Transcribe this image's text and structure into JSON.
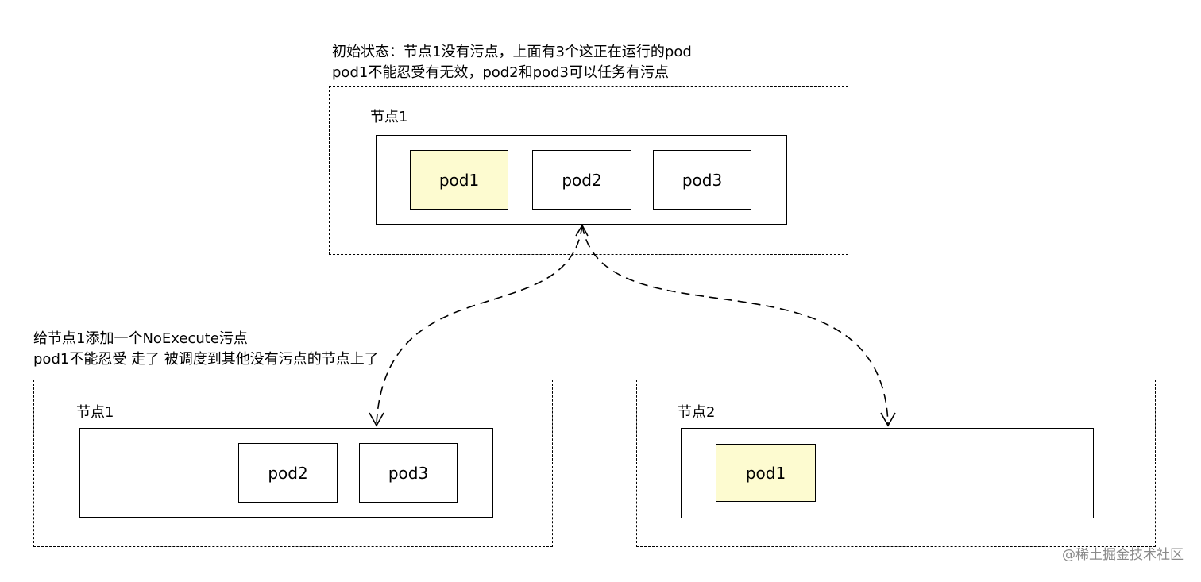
{
  "top": {
    "caption_line1": "初始状态：节点1没有污点，上面有3个这正在运行的pod",
    "caption_line2": "pod1不能忍受有无效，pod2和pod3可以任务有污点",
    "node_label": "节点1",
    "pods": [
      {
        "label": "pod1",
        "tainted": true
      },
      {
        "label": "pod2",
        "tainted": false
      },
      {
        "label": "pod3",
        "tainted": false
      }
    ]
  },
  "bottom_left": {
    "caption_line1": "给节点1添加一个NoExecute污点",
    "caption_line2": "pod1不能忍受 走了 被调度到其他没有污点的节点上了",
    "node_label": "节点1",
    "pods": [
      {
        "label": "pod2",
        "tainted": false
      },
      {
        "label": "pod3",
        "tainted": false
      }
    ]
  },
  "bottom_right": {
    "node_label": "节点2",
    "pods": [
      {
        "label": "pod1",
        "tainted": true
      }
    ]
  },
  "colors": {
    "tainted_pod_fill": "#fdfbd0",
    "border": "#000000",
    "watermark": "#8a8a8a"
  },
  "watermark": "@稀土掘金技术社区"
}
